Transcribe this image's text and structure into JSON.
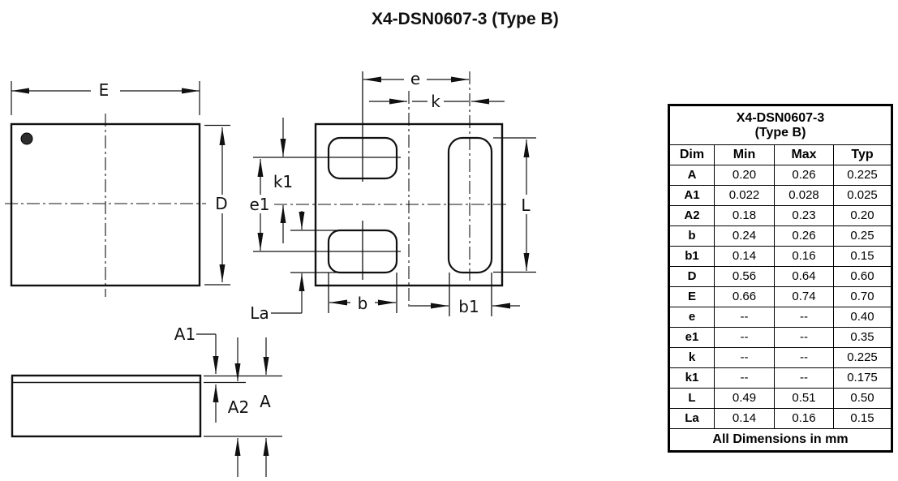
{
  "title": "X4-DSN0607-3 (Type B)",
  "labels": {
    "E": "E",
    "D": "D",
    "e": "e",
    "k": "k",
    "k1": "k1",
    "e1": "e1",
    "L": "L",
    "La": "La",
    "b": "b",
    "b1": "b1",
    "A": "A",
    "A1": "A1",
    "A2": "A2"
  },
  "table": {
    "title_line1": "X4-DSN0607-3",
    "title_line2": "(Type B)",
    "headers": [
      "Dim",
      "Min",
      "Max",
      "Typ"
    ],
    "rows": [
      {
        "dim": "A",
        "min": "0.20",
        "max": "0.26",
        "typ": "0.225"
      },
      {
        "dim": "A1",
        "min": "0.022",
        "max": "0.028",
        "typ": "0.025"
      },
      {
        "dim": "A2",
        "min": "0.18",
        "max": "0.23",
        "typ": "0.20"
      },
      {
        "dim": "b",
        "min": "0.24",
        "max": "0.26",
        "typ": "0.25"
      },
      {
        "dim": "b1",
        "min": "0.14",
        "max": "0.16",
        "typ": "0.15"
      },
      {
        "dim": "D",
        "min": "0.56",
        "max": "0.64",
        "typ": "0.60"
      },
      {
        "dim": "E",
        "min": "0.66",
        "max": "0.74",
        "typ": "0.70"
      },
      {
        "dim": "e",
        "min": "--",
        "max": "--",
        "typ": "0.40"
      },
      {
        "dim": "e1",
        "min": "--",
        "max": "--",
        "typ": "0.35"
      },
      {
        "dim": "k",
        "min": "--",
        "max": "--",
        "typ": "0.225"
      },
      {
        "dim": "k1",
        "min": "--",
        "max": "--",
        "typ": "0.175"
      },
      {
        "dim": "L",
        "min": "0.49",
        "max": "0.51",
        "typ": "0.50"
      },
      {
        "dim": "La",
        "min": "0.14",
        "max": "0.16",
        "typ": "0.15"
      }
    ],
    "footer": "All Dimensions in mm"
  },
  "colors": {
    "line": "#111111",
    "background": "#ffffff"
  }
}
